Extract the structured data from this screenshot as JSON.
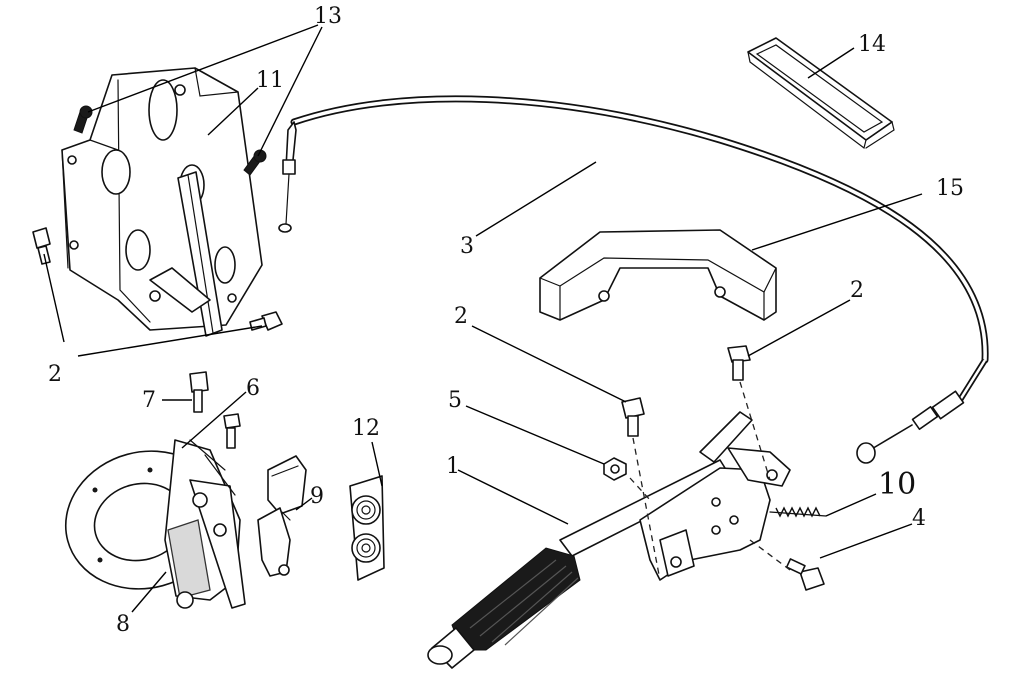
{
  "diagram": {
    "callouts": [
      {
        "id": "c13",
        "text": "13"
      },
      {
        "id": "c11",
        "text": "11"
      },
      {
        "id": "c14",
        "text": "14"
      },
      {
        "id": "c15",
        "text": "15"
      },
      {
        "id": "c3",
        "text": "3"
      },
      {
        "id": "c2a",
        "text": "2"
      },
      {
        "id": "c2b",
        "text": "2"
      },
      {
        "id": "c2c",
        "text": "2"
      },
      {
        "id": "c7",
        "text": "7"
      },
      {
        "id": "c6",
        "text": "6"
      },
      {
        "id": "c12",
        "text": "12"
      },
      {
        "id": "c9",
        "text": "9"
      },
      {
        "id": "c5",
        "text": "5"
      },
      {
        "id": "c1",
        "text": "1"
      },
      {
        "id": "c10",
        "text": "10"
      },
      {
        "id": "c4",
        "text": "4"
      },
      {
        "id": "c8",
        "text": "8"
      }
    ]
  }
}
